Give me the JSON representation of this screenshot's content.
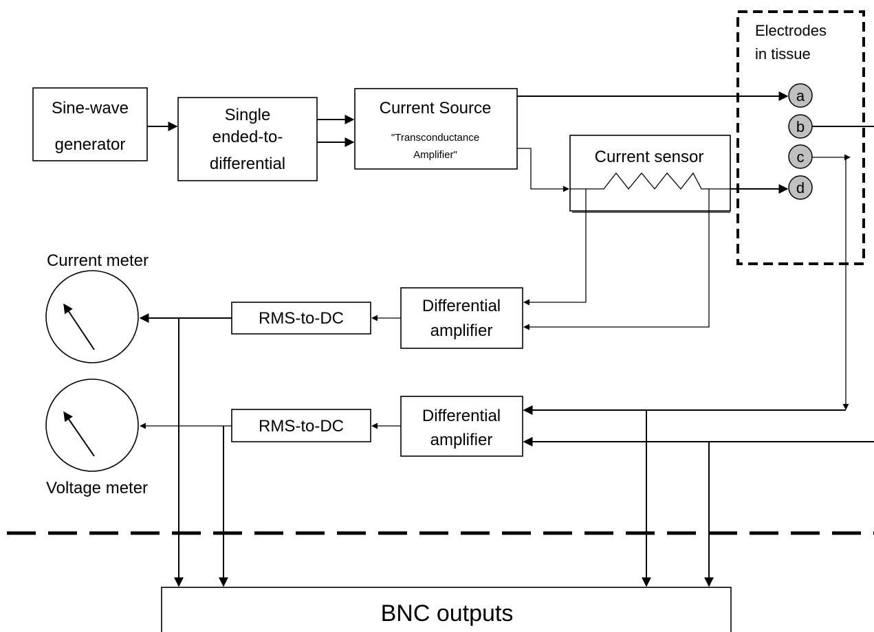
{
  "blocks": {
    "sine_wave_generator": [
      "Sine-wave",
      "generator"
    ],
    "single_ended_to_differential": [
      "Single",
      "ended-to-",
      "differential"
    ],
    "current_source_title": "Current Source",
    "current_source_subtitle": [
      "\"Transconductance",
      "Amplifier\""
    ],
    "current_sensor": "Current sensor",
    "electrodes_title": [
      "Electrodes",
      "in tissue"
    ],
    "electrodes": [
      "a",
      "b",
      "c",
      "d"
    ],
    "diff_amp_1": [
      "Differential",
      "amplifier"
    ],
    "diff_amp_2": [
      "Differential",
      "amplifier"
    ],
    "rms_to_dc_1": "RMS-to-DC",
    "rms_to_dc_2": "RMS-to-DC",
    "current_meter": "Current meter",
    "voltage_meter": "Voltage meter",
    "bnc_outputs": "BNC outputs"
  },
  "colors": {
    "line": "#000000",
    "electrode_fill": "#c0c0c0",
    "background": "#ffffff"
  }
}
